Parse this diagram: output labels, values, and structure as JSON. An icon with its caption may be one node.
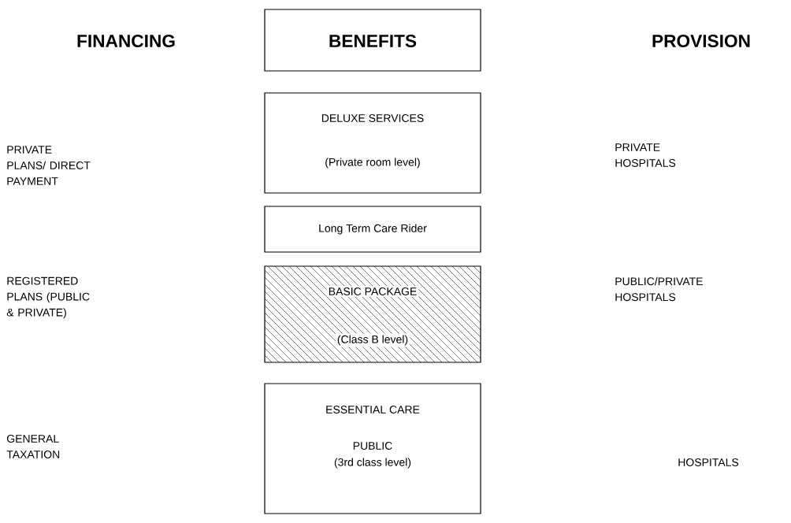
{
  "diagram": {
    "nodes": [
      {
        "text": [
          "BENEFITS"
        ]
      },
      {
        "text": [
          "DELUXE SERVICES",
          "(Private room level)"
        ]
      },
      {
        "text": [
          "Long Term Care Rider"
        ]
      },
      {
        "text": [
          "BASIC PACKAGE",
          "(Class B level)"
        ]
      },
      {
        "text": [
          "ESSENTIAL CARE",
          "PUBLIC",
          "(3rd class level)"
        ]
      }
    ],
    "labels": [
      "FINANCING",
      "PROVISION",
      "PRIVATE PLANS/ DIRECT PAYMENT",
      "PRIVATE HOSPITALS",
      "REGISTERED PLANS (PUBLIC & PRIVATE)",
      "PUBLIC/PRIVATE HOSPITALS",
      "GENERAL TAXATION",
      "HOSPITALS"
    ]
  }
}
